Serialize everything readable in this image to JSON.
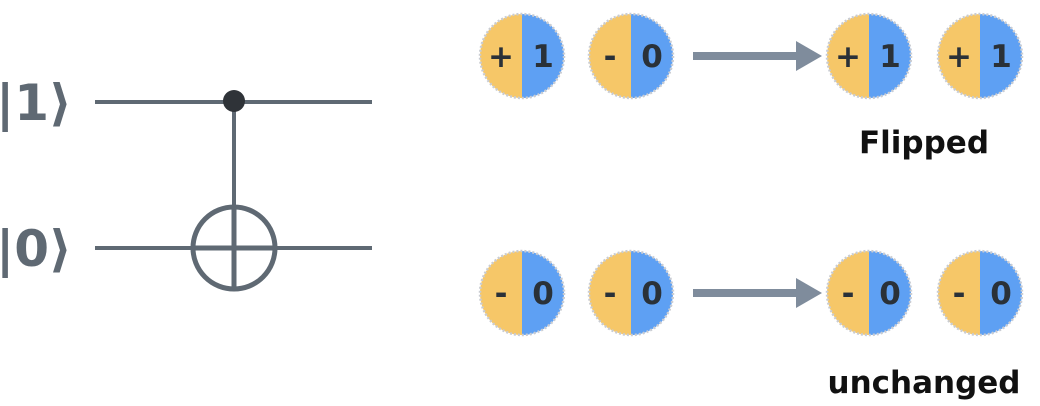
{
  "circuit": {
    "qubit_top_label": "|1⟩",
    "qubit_bottom_label": "|0⟩"
  },
  "rows": [
    {
      "before": [
        {
          "sign": "+",
          "bit": "1"
        },
        {
          "sign": "-",
          "bit": "0"
        }
      ],
      "after": [
        {
          "sign": "+",
          "bit": "1"
        },
        {
          "sign": "+",
          "bit": "1"
        }
      ],
      "caption": "Flipped"
    },
    {
      "before": [
        {
          "sign": "-",
          "bit": "0"
        },
        {
          "sign": "-",
          "bit": "0"
        }
      ],
      "after": [
        {
          "sign": "-",
          "bit": "0"
        },
        {
          "sign": "-",
          "bit": "0"
        }
      ],
      "caption": "unchanged"
    }
  ],
  "colors": {
    "wire": "#5f6973",
    "coin_left": "#f6c768",
    "coin_right": "#5ea0f3",
    "arrow": "#7f8c9c",
    "coin_outline": "#c9ccd2"
  }
}
